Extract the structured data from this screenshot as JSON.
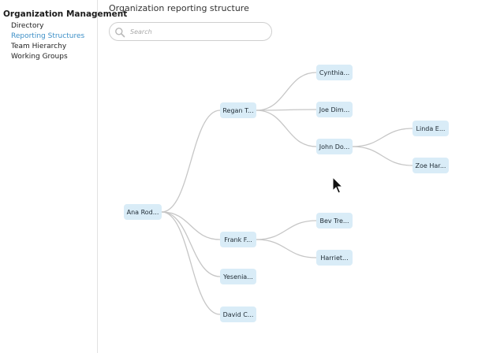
{
  "sidebar": {
    "title": "Organization Management",
    "items": [
      {
        "label": "Directory",
        "active": false
      },
      {
        "label": "Reporting Structures",
        "active": true
      },
      {
        "label": "Team Hierarchy",
        "active": false
      },
      {
        "label": "Working Groups",
        "active": false
      }
    ]
  },
  "main": {
    "title": "Organization reporting structure",
    "search": {
      "placeholder": "Search",
      "value": ""
    }
  },
  "tree": {
    "nodes": [
      {
        "id": "ana",
        "label": "Ana Rod...",
        "parent": null
      },
      {
        "id": "regan",
        "label": "Regan T...",
        "parent": "ana"
      },
      {
        "id": "frank",
        "label": "Frank F...",
        "parent": "ana"
      },
      {
        "id": "yesenia",
        "label": "Yesenia...",
        "parent": "ana"
      },
      {
        "id": "david",
        "label": "David C...",
        "parent": "ana"
      },
      {
        "id": "cynthia",
        "label": "Cynthia...",
        "parent": "regan"
      },
      {
        "id": "joe",
        "label": "Joe Dim...",
        "parent": "regan"
      },
      {
        "id": "john",
        "label": "John Do...",
        "parent": "regan"
      },
      {
        "id": "bev",
        "label": "Bev Tre...",
        "parent": "frank"
      },
      {
        "id": "harriet",
        "label": "Harriet...",
        "parent": "frank"
      },
      {
        "id": "linda",
        "label": "Linda E...",
        "parent": "john"
      },
      {
        "id": "zoe",
        "label": "Zoe Har...",
        "parent": "john"
      }
    ]
  },
  "colors": {
    "accent": "#3d8fc7",
    "node_fill": "#d9ecf7",
    "link": "#c6c6c6"
  }
}
